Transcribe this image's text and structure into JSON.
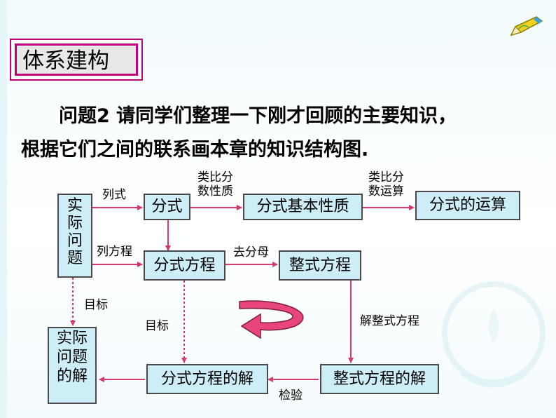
{
  "title": "体系建构",
  "question": {
    "line1": "问题2   请同学们整理一下刚才回顾的主要知识，",
    "line2": "根据它们之间的联系画本章的知识结构图."
  },
  "diagram": {
    "nodes": {
      "practical_problem": [
        "实",
        "际",
        "问",
        "题"
      ],
      "fraction": "分式",
      "fraction_property": "分式基本性质",
      "fraction_operation": "分式的运算",
      "fraction_equation": "分式方程",
      "integral_equation": "整式方程",
      "fraction_equation_solution": "分式方程的解",
      "integral_equation_solution": "整式方程的解",
      "practical_solution": [
        "实",
        "际",
        "问",
        "题",
        "的",
        "解"
      ]
    },
    "edge_labels": {
      "formulate_expression": "列式",
      "analogy_property": [
        "类比分",
        "数性质"
      ],
      "analogy_operation": [
        "类比分",
        "数运算"
      ],
      "formulate_equation": "列方程",
      "remove_denominator": "去分母",
      "goal_left": "目标",
      "goal_middle": "目标",
      "solve_integral": "解整式方程",
      "verify": "检验"
    },
    "colors": {
      "node_fill": "#cdeef7",
      "arrow": "#d63a6b",
      "cycle_arrow": "#e8467a",
      "frame": "#c0007a"
    }
  },
  "icons": {
    "corner": "pencil-icon",
    "background": "hands-watermark-icon"
  }
}
